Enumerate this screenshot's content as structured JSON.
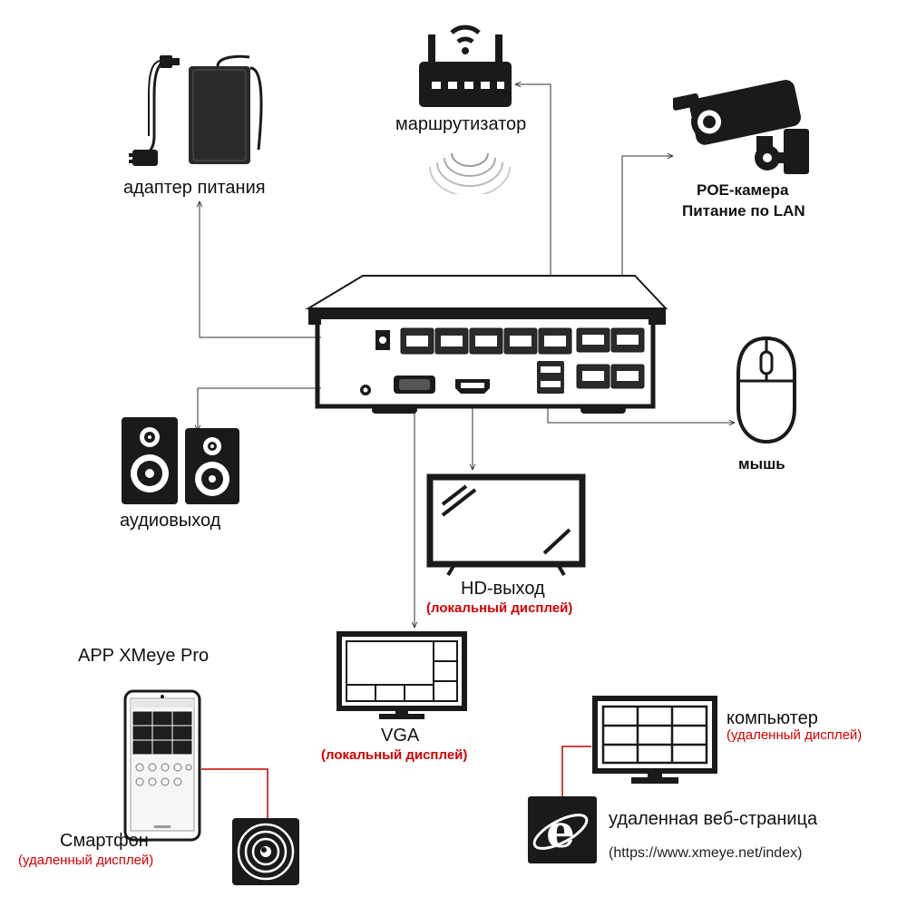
{
  "labels": {
    "power_adapter": "адаптер питания",
    "router": "маршрутизатор",
    "poe_camera": "POE-камера",
    "poe_power": "Питание по LAN",
    "audio_out": "аудиовыход",
    "mouse": "мышь",
    "hd_out": "HD-выход",
    "hd_local": "(локальный дисплей)",
    "vga": "VGA",
    "vga_local": "(локальный дисплей)",
    "app": "APP XMeye Pro",
    "smartphone": "Смартфон",
    "smartphone_remote": "(удаленный дисплей)",
    "computer": "компьютер",
    "computer_remote": "(удаленный дисплей)",
    "web_page": "удаленная веб-страница",
    "web_url": "(https://www.xmeye.net/index)"
  },
  "colors": {
    "ink": "#111111",
    "wire": "#333333",
    "accent": "#d40000",
    "device": "#2a2a2a"
  }
}
